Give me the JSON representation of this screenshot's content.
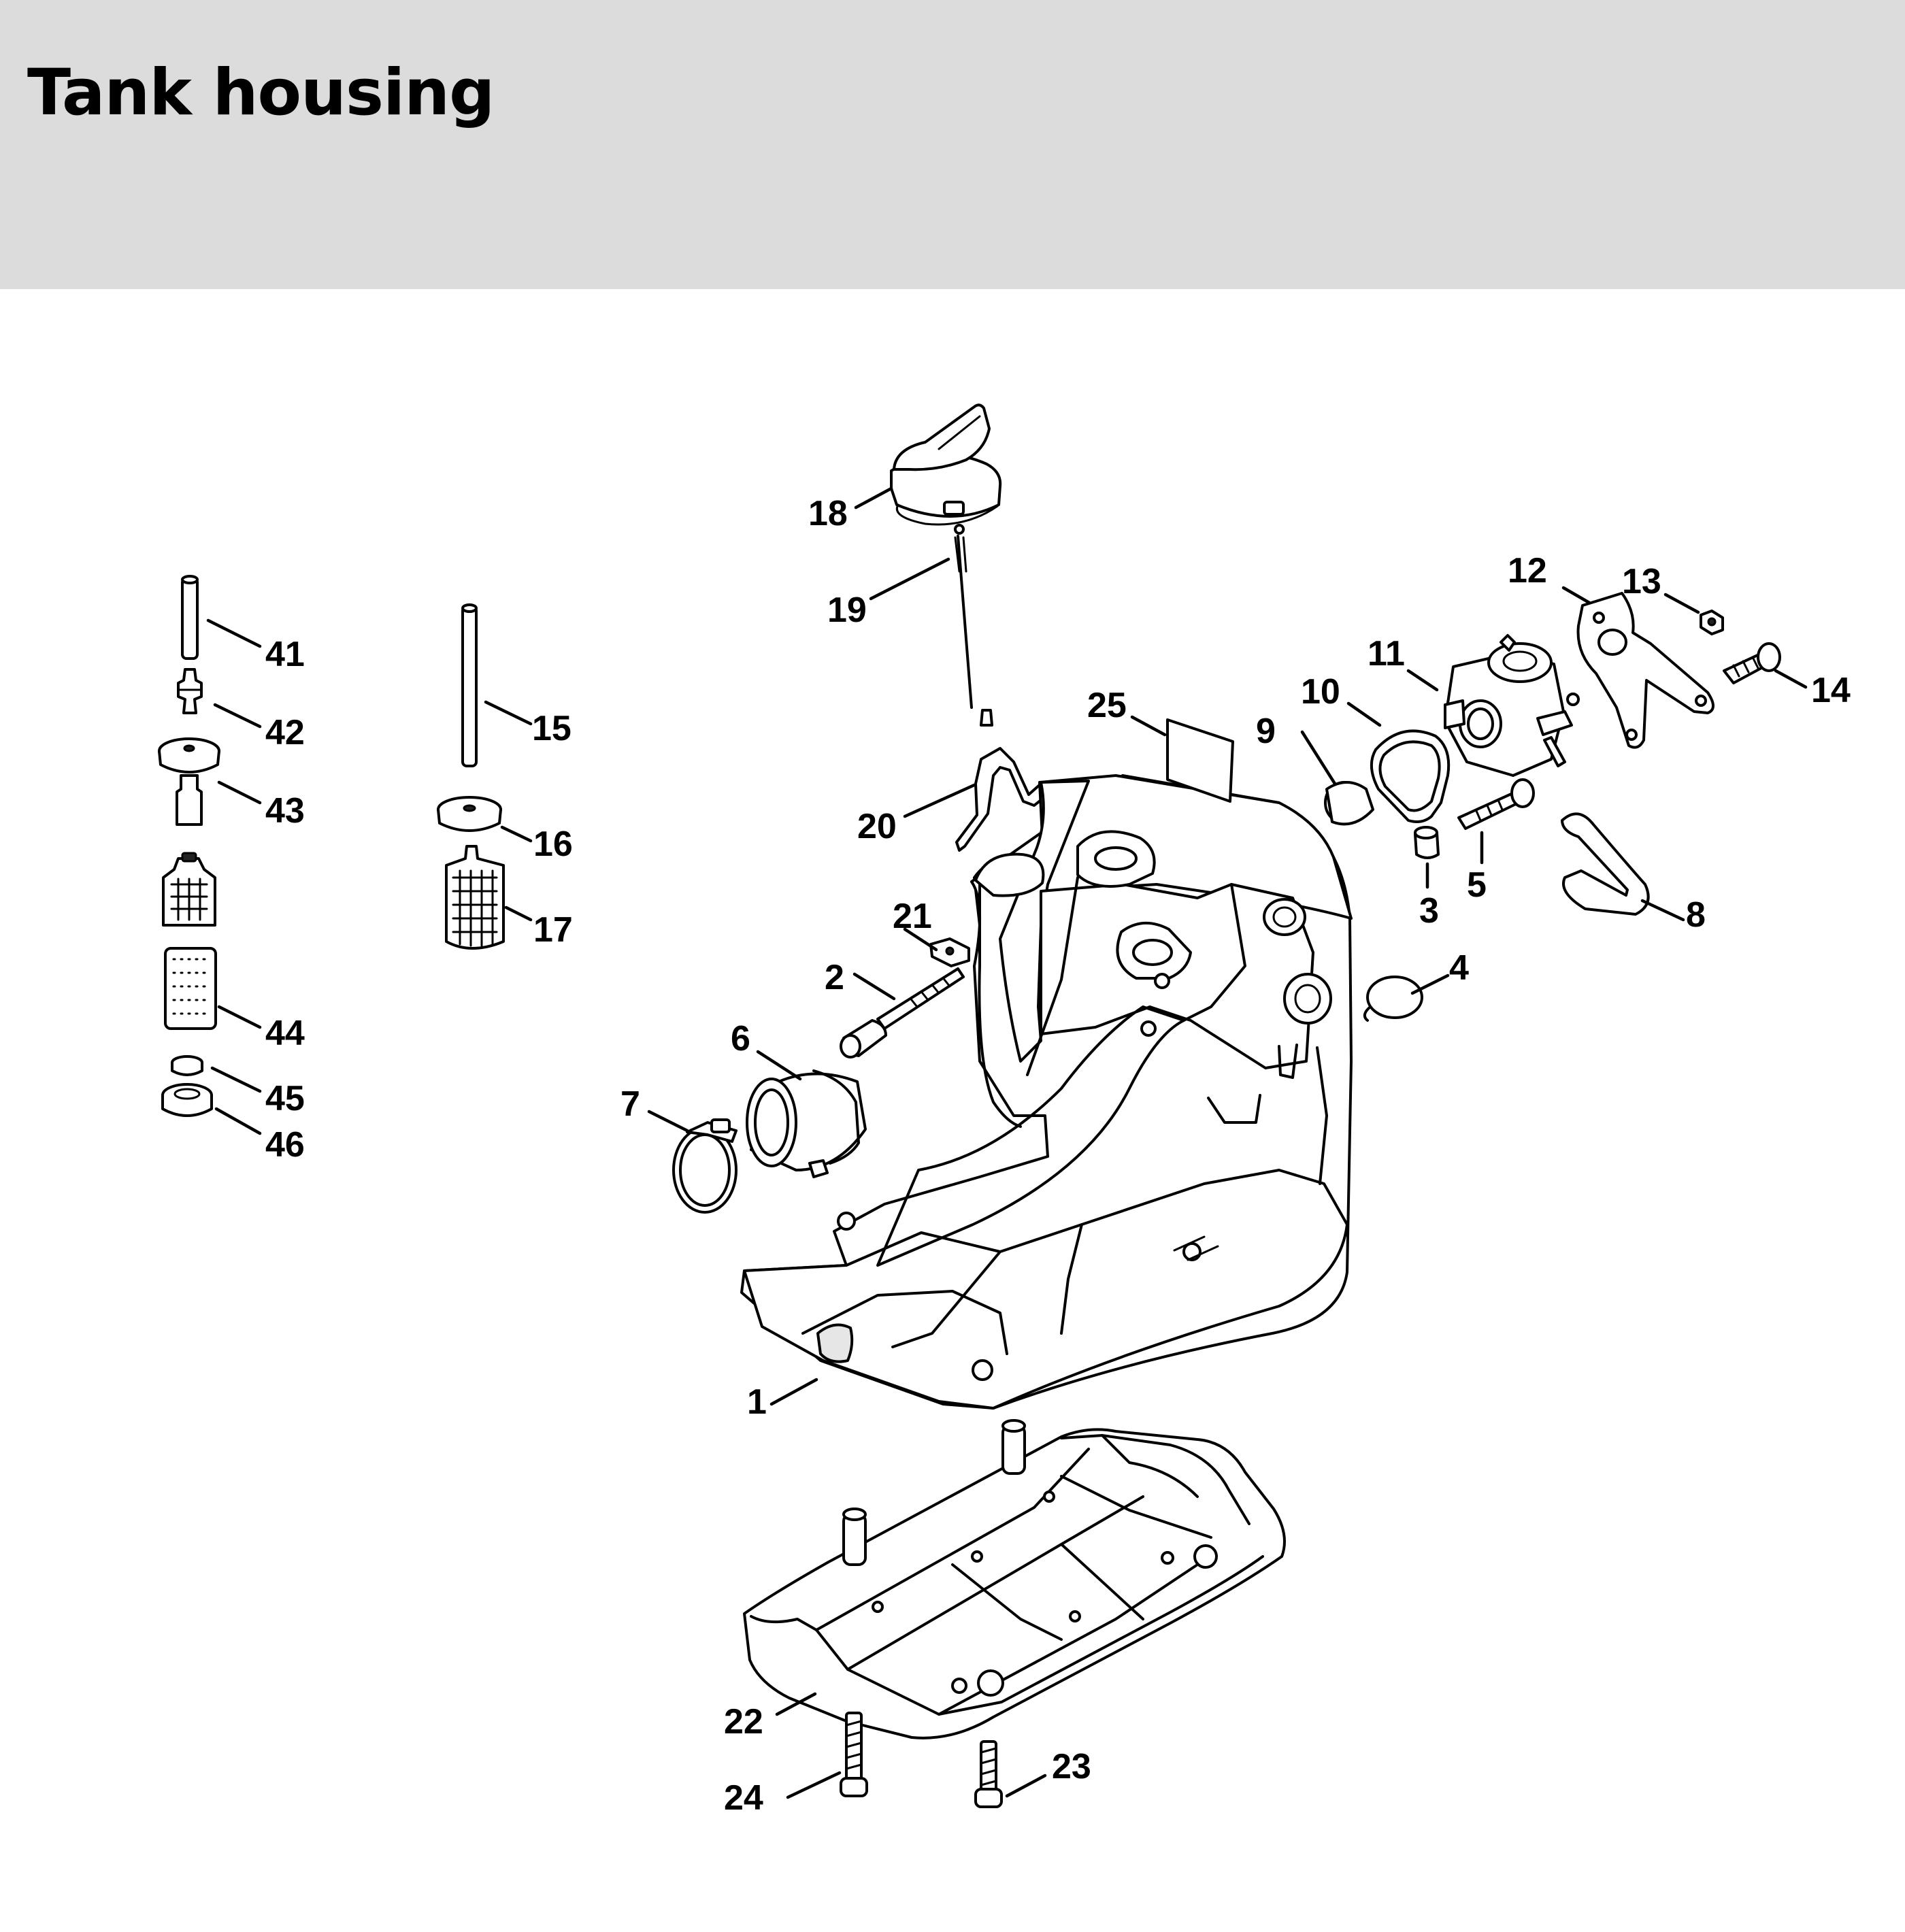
{
  "header": {
    "title": "Tank housing",
    "background": "#dcdcdc"
  },
  "callouts": {
    "c1": "1",
    "c2": "2",
    "c3": "3",
    "c4": "4",
    "c5": "5",
    "c6": "6",
    "c7": "7",
    "c8": "8",
    "c9": "9",
    "c10": "10",
    "c11": "11",
    "c12": "12",
    "c13": "13",
    "c14": "14",
    "c15": "15",
    "c16": "16",
    "c17": "17",
    "c18": "18",
    "c19": "19",
    "c20": "20",
    "c21": "21",
    "c22": "22",
    "c23": "23",
    "c24": "24",
    "c25": "25",
    "c41": "41",
    "c42": "42",
    "c43": "43",
    "c44": "44",
    "c45": "45",
    "c46": "46"
  }
}
